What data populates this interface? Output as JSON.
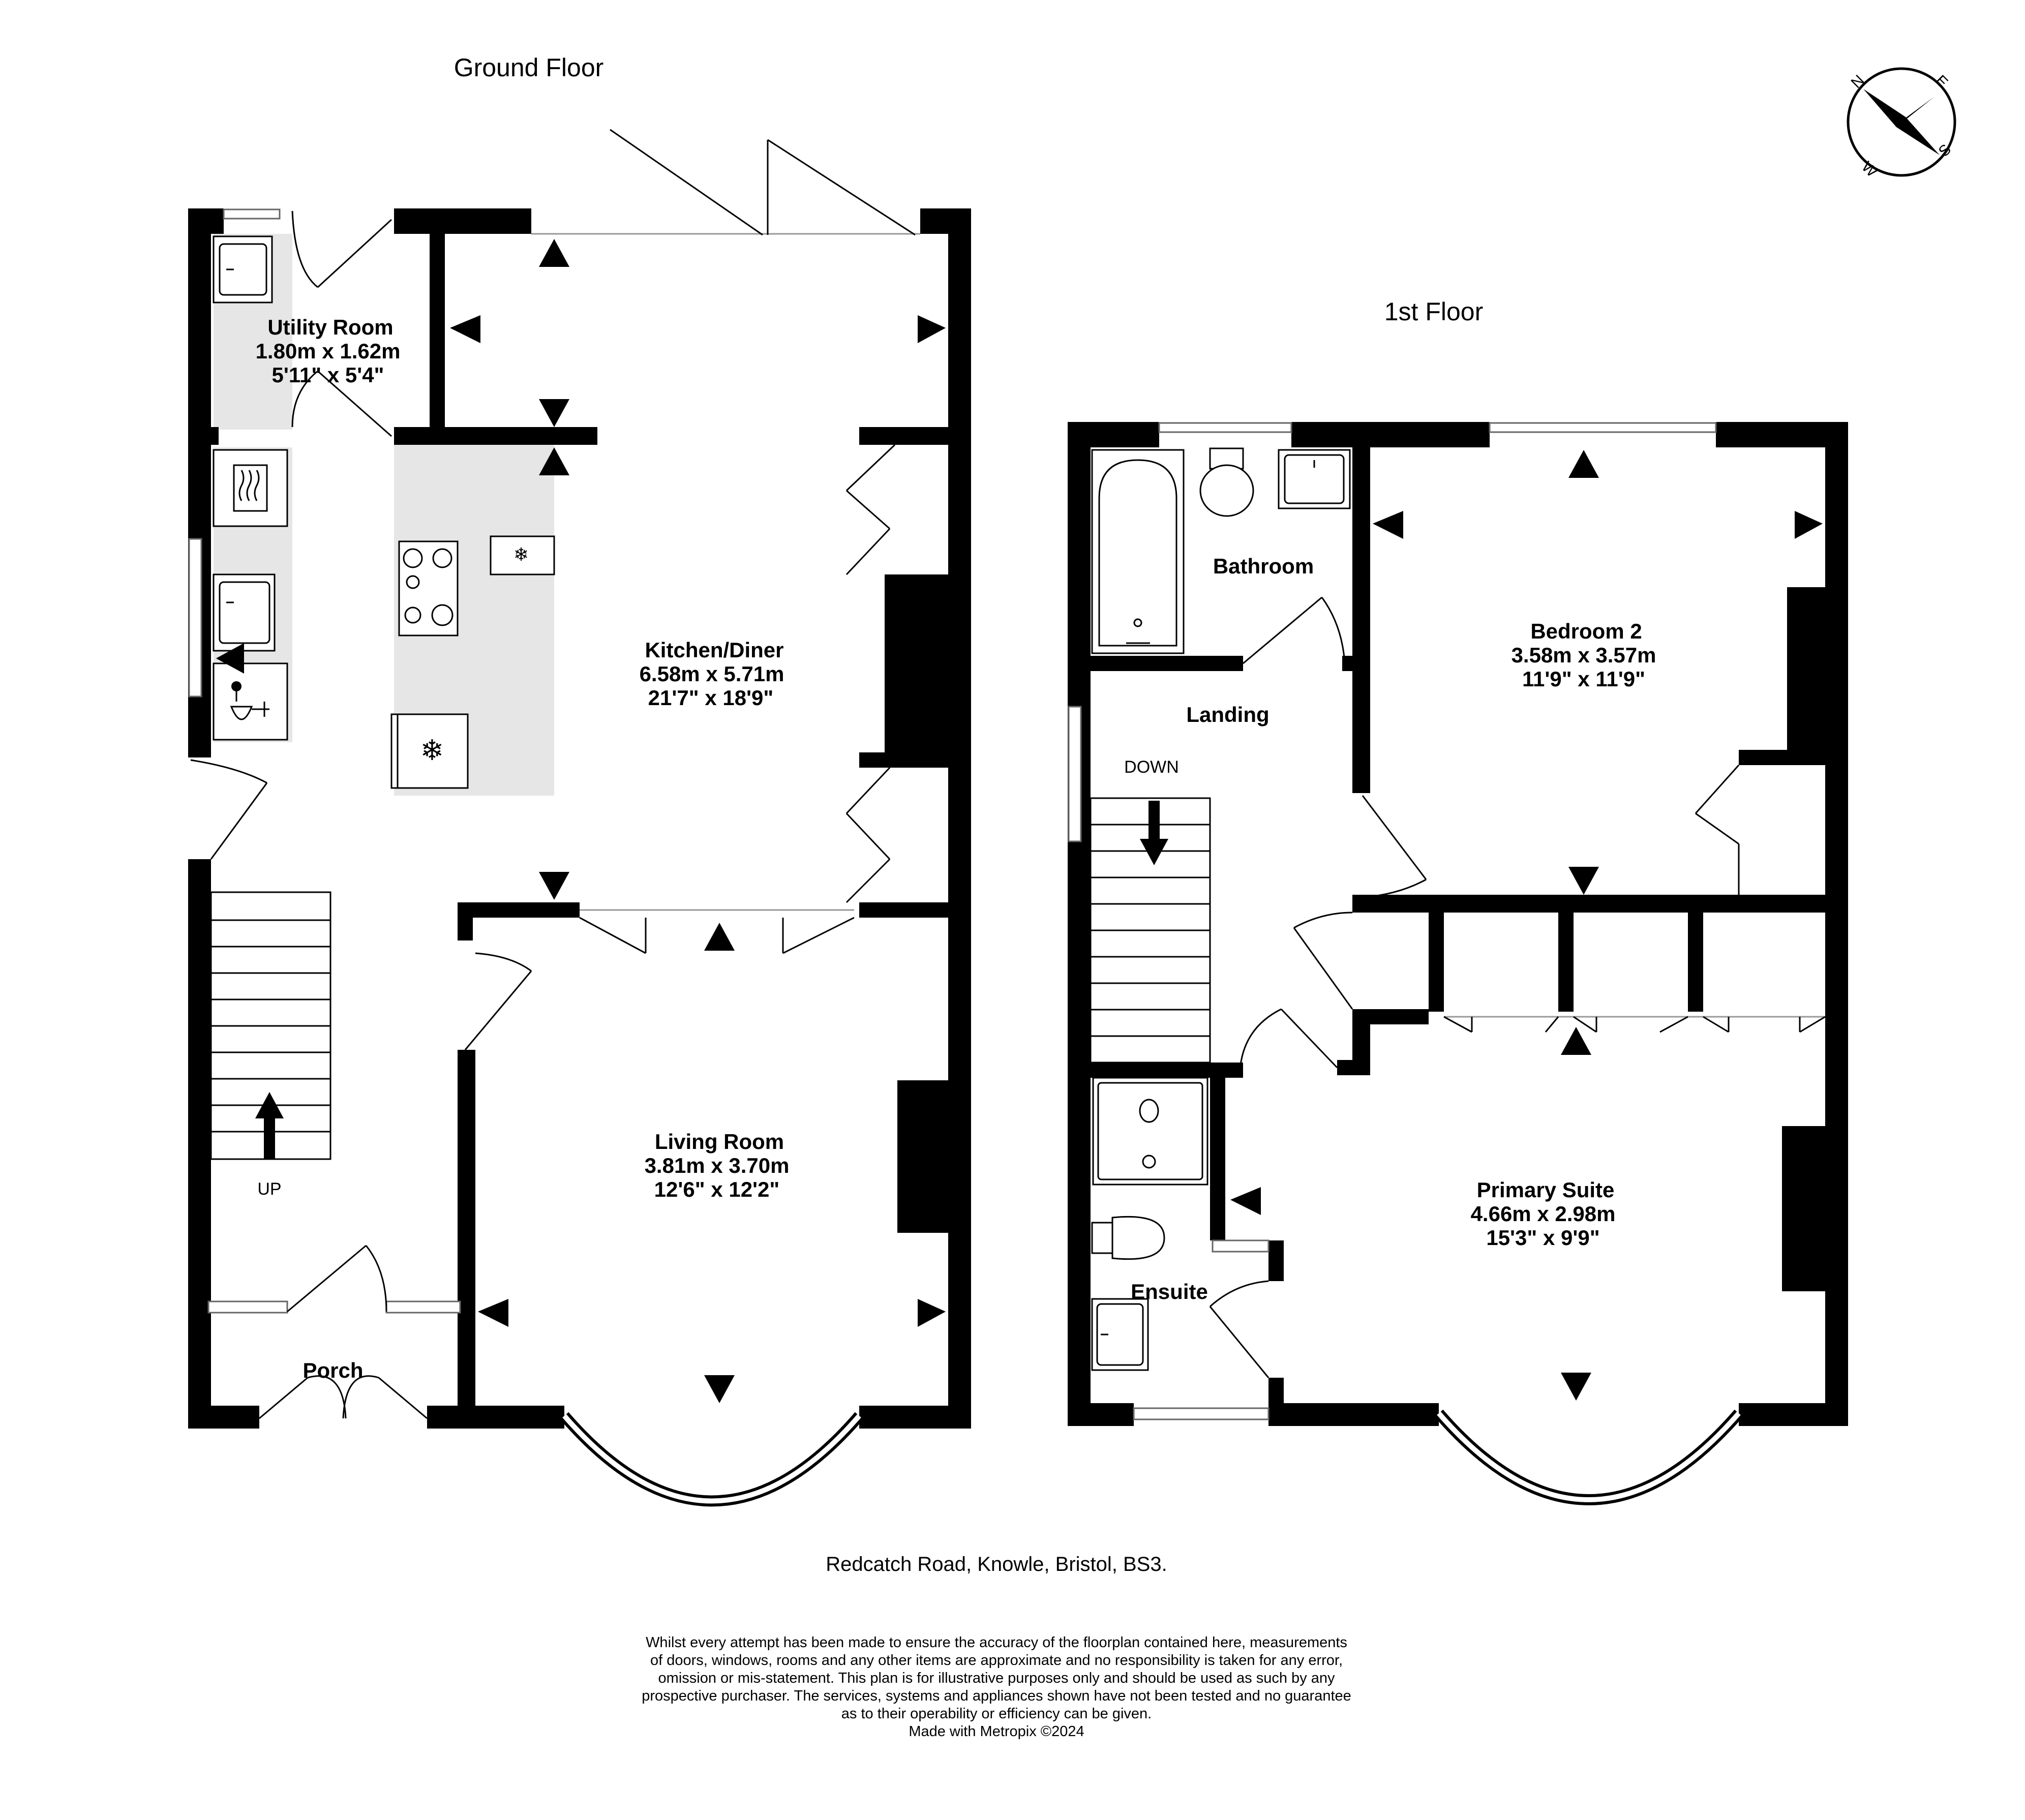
{
  "floors": {
    "ground": "Ground Floor",
    "first": "1st Floor"
  },
  "rooms": {
    "utility": {
      "name": "Utility Room",
      "metric": "1.80m  x 1.62m",
      "imperial": "5'11\"  x 5'4\""
    },
    "kitchen": {
      "name": "Kitchen/Diner",
      "metric": "6.58m  x 5.71m",
      "imperial": "21'7\"  x 18'9\""
    },
    "living": {
      "name": "Living Room",
      "metric": "3.81m  x 3.70m",
      "imperial": "12'6\"  x 12'2\""
    },
    "porch": {
      "name": "Porch"
    },
    "bathroom": {
      "name": "Bathroom"
    },
    "landing": {
      "name": "Landing"
    },
    "bedroom2": {
      "name": "Bedroom 2",
      "metric": "3.58m  x 3.57m",
      "imperial": "11'9\"  x 11'9\""
    },
    "primary": {
      "name": "Primary Suite",
      "metric": "4.66m  x 2.98m",
      "imperial": "15'3\"  x 9'9\""
    },
    "ensuite": {
      "name": "Ensuite"
    }
  },
  "stairs": {
    "up": "UP",
    "down": "DOWN"
  },
  "compass": {
    "n": "N",
    "e": "E",
    "s": "S",
    "w": "W"
  },
  "address": "Redcatch Road, Knowle, Bristol, BS3.",
  "disclaimer": [
    "Whilst every attempt has been made to ensure the accuracy of the floorplan contained here, measurements",
    "of doors, windows, rooms and any other items are approximate and no responsibility is taken for any error,",
    "omission or mis-statement. This plan is for illustrative purposes only and should be used as such by any",
    "prospective purchaser. The services, systems and appliances shown have not been tested and no guarantee",
    "as to their operability or efficiency can be given.",
    "Made with Metropix ©2024"
  ],
  "colors": {
    "wall": "#000000",
    "worktop": "#e6e6e6",
    "background": "#ffffff"
  }
}
